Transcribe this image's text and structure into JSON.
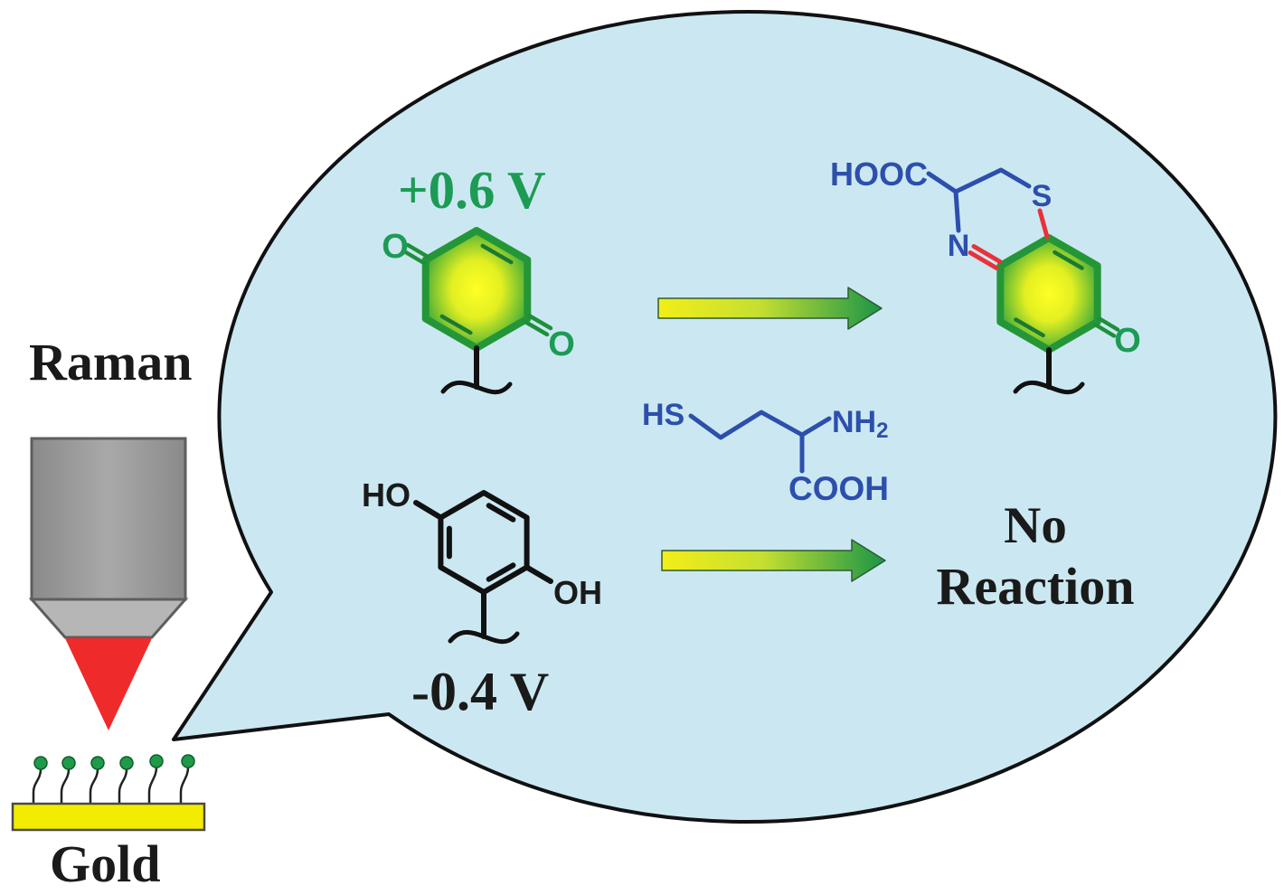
{
  "labels": {
    "instrument": "Raman",
    "substrate": "Gold",
    "oxidizing_potential": "+0.6 V",
    "reducing_potential": "-0.4 V",
    "outcome_line1": "No",
    "outcome_line2": "Reaction"
  },
  "quinone": {
    "oxygen_left": "O",
    "oxygen_right": "O"
  },
  "product": {
    "carboxyl": "HOOC",
    "sulfur": "S",
    "nitrogen": "N",
    "oxygen": "O"
  },
  "reagent": {
    "thiol": "HS",
    "amine": "NH",
    "amine_subscript": "2",
    "carboxyl": "COOH"
  },
  "hydroquinone": {
    "hydroxyl_left": "HO",
    "hydroxyl_right": "OH"
  },
  "colors": {
    "bubble_fill": "#cbe8f2",
    "oxidized_green": "#1d9b55",
    "reagent_blue": "#2d4fac",
    "new_bond_red": "#e8323a",
    "gold_yellow": "#f3ec00",
    "laser_red": "#ef2a2a",
    "text_black": "#1a1a1a"
  }
}
